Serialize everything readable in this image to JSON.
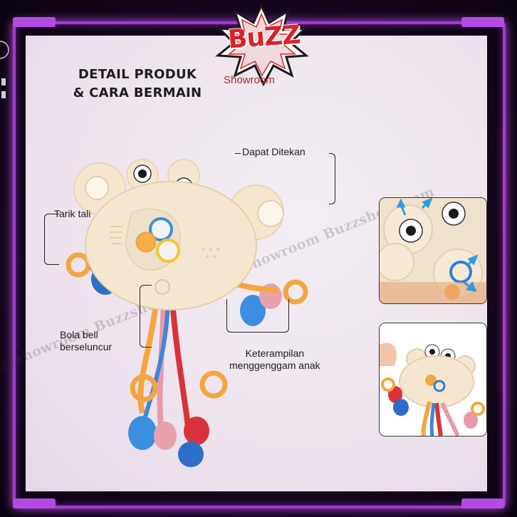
{
  "brand": {
    "logo_word": "BuZZ",
    "logo_sub": "Showroom"
  },
  "headline": {
    "line1": "DETAIL PRODUK",
    "line2": "& CARA BERMAIN"
  },
  "callouts": {
    "press": "Dapat Ditekan",
    "pull": "Tarik tali",
    "bell_line1": "Bola bell",
    "bell_line2": "berseluncur",
    "grip_line1": "Keterampilan",
    "grip_line2": "menggenggam anak"
  },
  "watermark": "Buzzshowroom Buzzshowroom Buzzshowroom Buzzshowroom",
  "colors": {
    "frame": "#a13bd0",
    "brand_red": "#d8232b",
    "toy_body": "#f5e7cf",
    "toy_ring_orange": "#f2a24a",
    "toy_blue": "#2f7fd6",
    "toy_red": "#d9323a",
    "toy_pink": "#e7a6b0",
    "arrow_blue": "#2f9be0"
  }
}
